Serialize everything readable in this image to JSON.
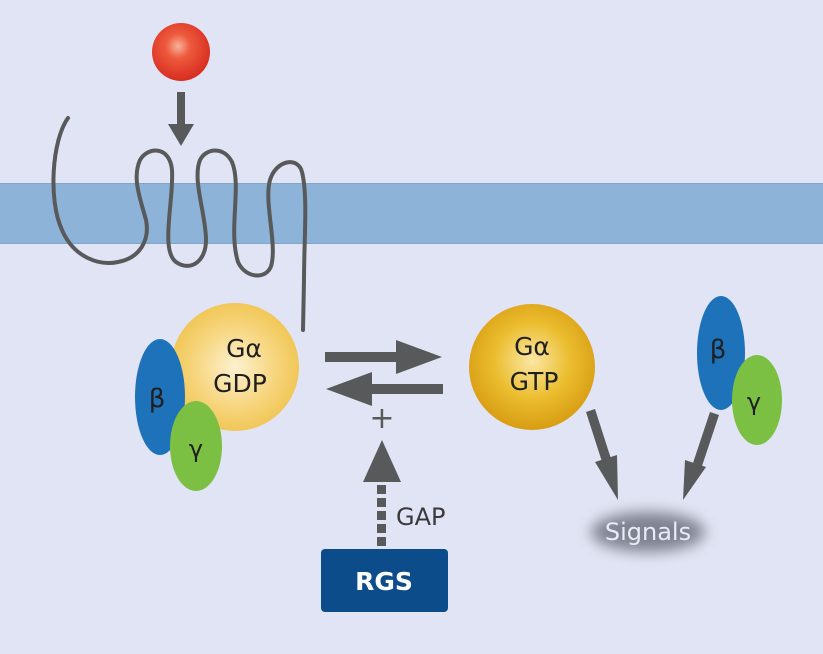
{
  "diagram": {
    "title": "G-protein cycle regulated by RGS",
    "colors": {
      "background": "#e1e4f4",
      "membrane": "#8db4d8",
      "receptor": "#58595b",
      "ligand": "#e63a2a",
      "g_alpha_gdp": "#f3cf66",
      "g_alpha_gtp": "#e5b023",
      "beta": "#1e72b9",
      "gamma": "#7bc043",
      "arrow": "#58595b",
      "rgs_box": "#0d4c8a"
    },
    "nodes": {
      "g_alpha_gdp": {
        "line1": "Gα",
        "line2": "GDP"
      },
      "g_alpha_gtp": {
        "line1": "Gα",
        "line2": "GTP"
      },
      "beta_left": "β",
      "gamma_left": "γ",
      "beta_right": "β",
      "gamma_right": "γ",
      "rgs": "RGS",
      "signals": "Signals"
    },
    "labels": {
      "plus": "+",
      "gap": "GAP"
    }
  }
}
